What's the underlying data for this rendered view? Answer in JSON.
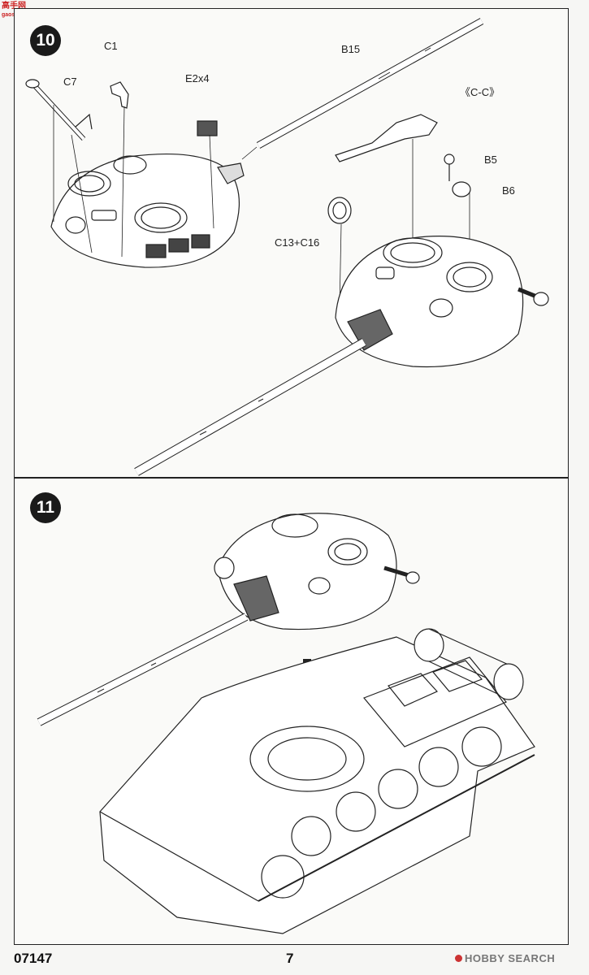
{
  "site_logo": {
    "name": "高手网",
    "url": "gaoshou.net"
  },
  "steps": [
    {
      "number": "10"
    },
    {
      "number": "11"
    }
  ],
  "parts": {
    "c7": "C7",
    "c1": "C1",
    "e2x4": "E2x4",
    "b15": "B15",
    "cc": "《C-C》",
    "b5": "B5",
    "b6": "B6",
    "c13c16": "C13+C16"
  },
  "footer": {
    "code": "07147",
    "page": "7"
  },
  "watermark": "HOBBY SEARCH"
}
